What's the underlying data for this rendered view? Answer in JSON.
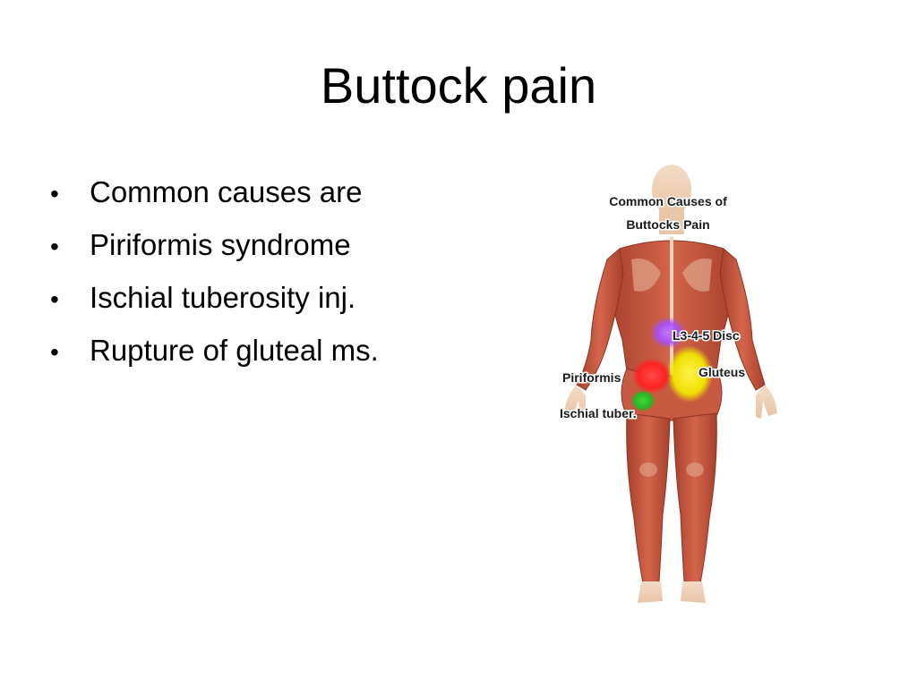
{
  "slide": {
    "title": "Buttock pain",
    "bullets": [
      "Common causes are",
      "Piriformis syndrome",
      "Ischial tuberosity inj.",
      "Rupture of gluteal ms."
    ]
  },
  "figure": {
    "title_line1": "Common Causes of",
    "title_line2": "Buttocks Pain",
    "labels": {
      "disc": "L3-4-5 Disc",
      "gluteus": "Gluteus",
      "piriformis": "Piriformis",
      "ischial": "Ischial tuber."
    },
    "colors": {
      "disc": "#a64dff",
      "gluteus": "#f2e600",
      "piriformis": "#ff2020",
      "ischial": "#22b822",
      "muscle": "#c9543c"
    }
  }
}
